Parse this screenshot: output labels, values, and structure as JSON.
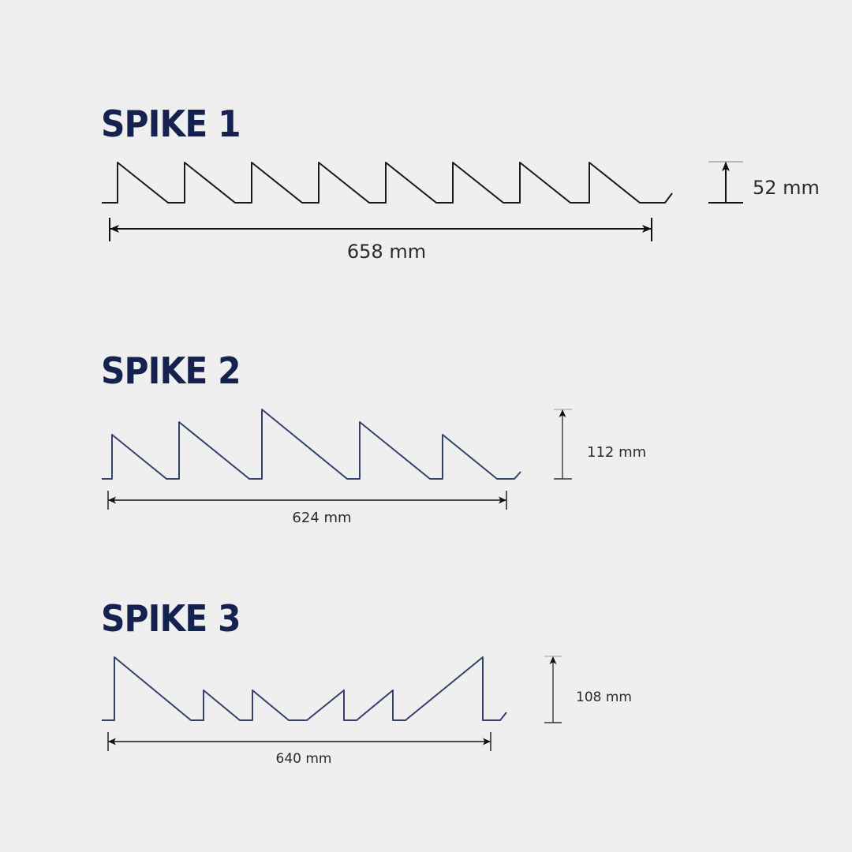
{
  "colors": {
    "background": "#efefef",
    "title": "#15214f",
    "spike1_stroke": "#1a1a1a",
    "profile_stroke": "#34426b",
    "dimension_stroke": "#2b2b2b",
    "dimension_cap": "#b5b5b5"
  },
  "spikes": [
    {
      "title": "SPIKE 1",
      "width_label": "658 mm",
      "height_label": "52 mm"
    },
    {
      "title": "SPIKE 2",
      "width_label": "624 mm",
      "height_label": "112 mm"
    },
    {
      "title": "SPIKE 3",
      "width_label": "640 mm",
      "height_label": "108 mm"
    }
  ]
}
